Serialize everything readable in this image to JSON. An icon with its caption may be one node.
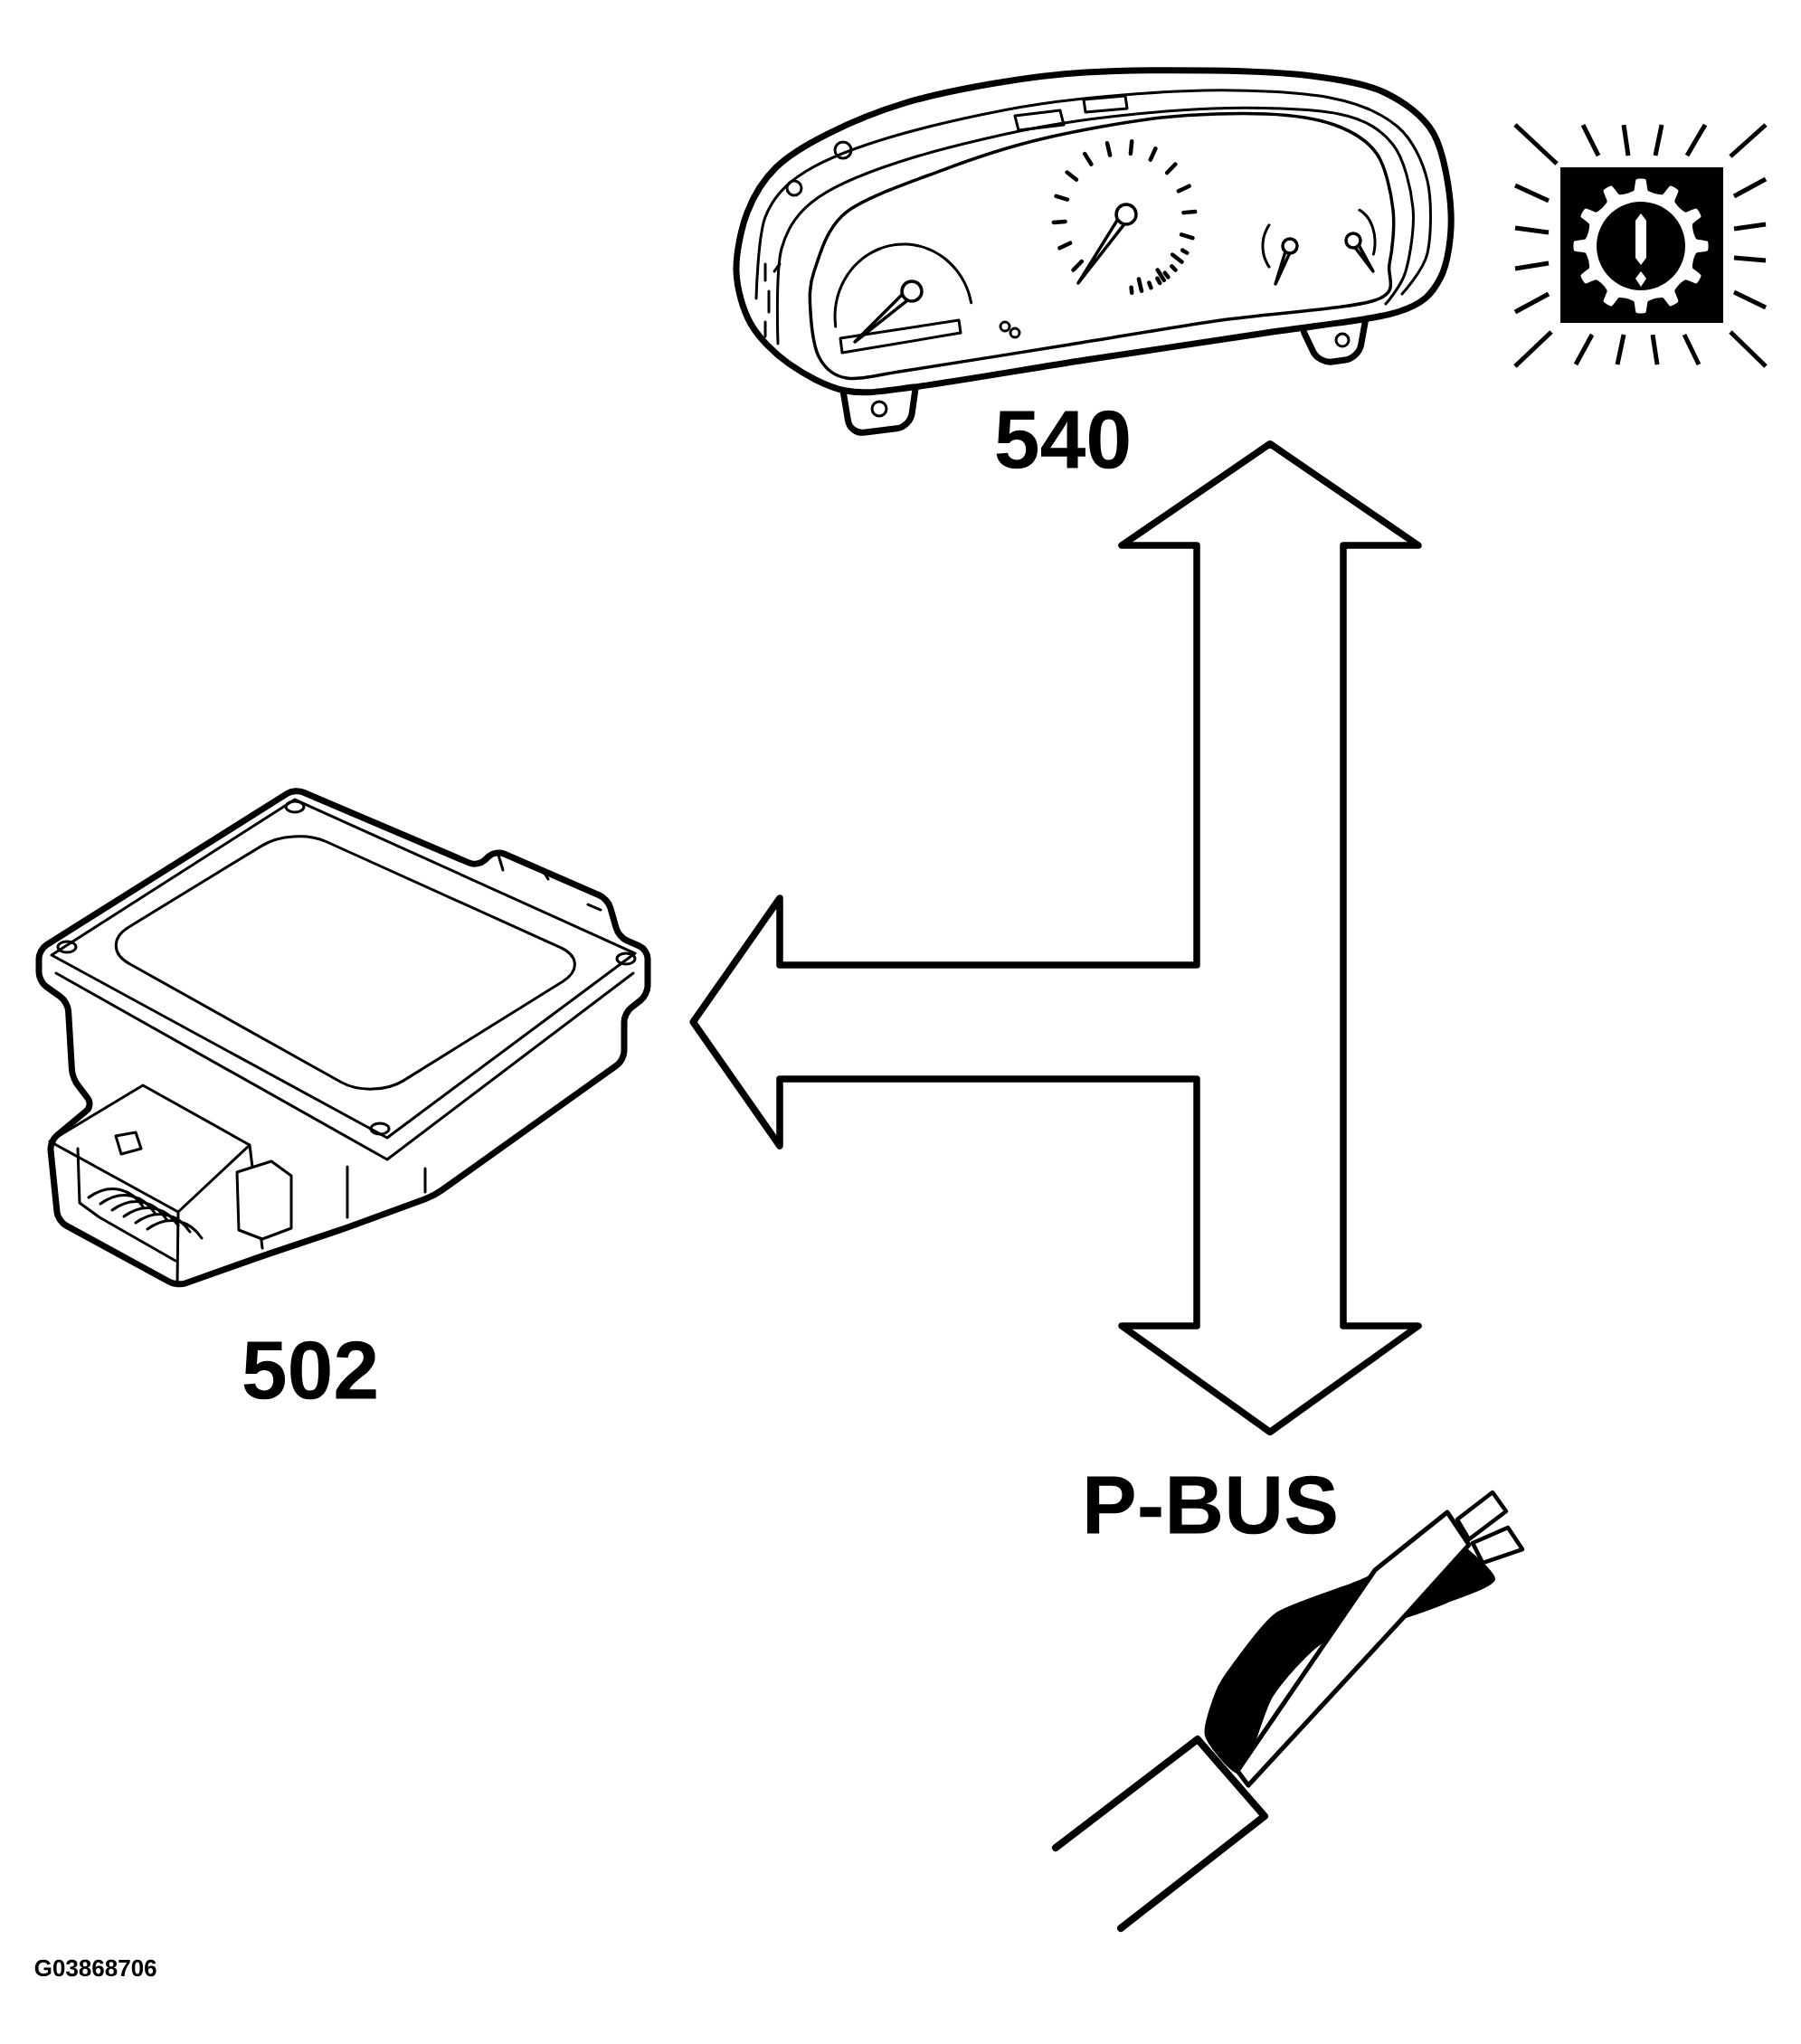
{
  "diagram": {
    "nodes": [
      {
        "text": [],
        "shape": "picture",
        "beside": [
          "540"
        ]
      },
      {
        "text": [],
        "shape": "picture",
        "beside": [
          "502"
        ]
      },
      {
        "text": [
          "P-BUS"
        ]
      }
    ],
    "edges": [
      {
        "from": 0,
        "to": 2,
        "arrow": "both"
      },
      {
        "from": null,
        "to": 1,
        "arrow": "to"
      }
    ],
    "labels": [
      "G03868706"
    ]
  }
}
